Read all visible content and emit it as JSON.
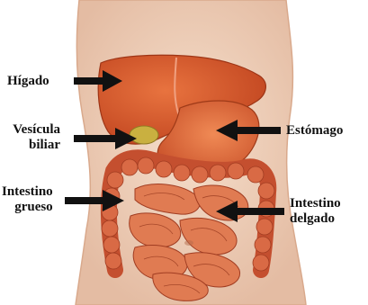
{
  "labels": {
    "higado": "Hígado",
    "vesicula": [
      "Vesícula",
      "biliar"
    ],
    "estomago": "Estómago",
    "intestino_grueso": [
      "Intestino",
      "grueso"
    ],
    "intestino_delgado": [
      "Intestino",
      "delgado"
    ]
  },
  "colors": {
    "skin": "#f3d6c0",
    "skin_shadow": "#e2b79c",
    "liver": "#d9552f",
    "stomach": "#e06a3a",
    "gallbladder": "#c9b040",
    "intestine": "#d35b3a",
    "intestine_dark": "#a73c25",
    "arrow": "#111111"
  }
}
